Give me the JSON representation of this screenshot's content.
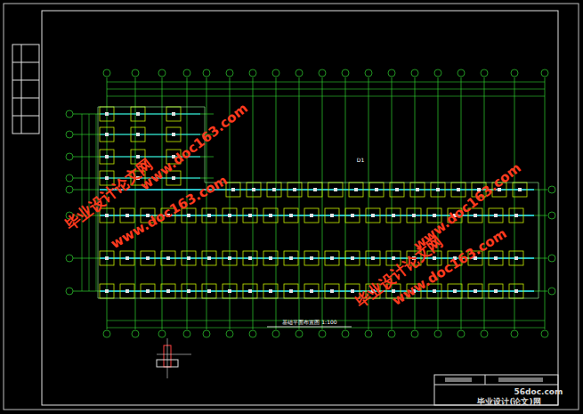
{
  "diagram": {
    "labels": [
      "www.doc163.com",
      "毕业设计论文网",
      "www.doc163.com",
      "www.doc163.com",
      "毕业设计论文网",
      "www.doc163.com",
      "D1",
      "基础平面布置图 1:100",
      "56doc.com",
      "毕业设计(论文)网"
    ]
  }
}
